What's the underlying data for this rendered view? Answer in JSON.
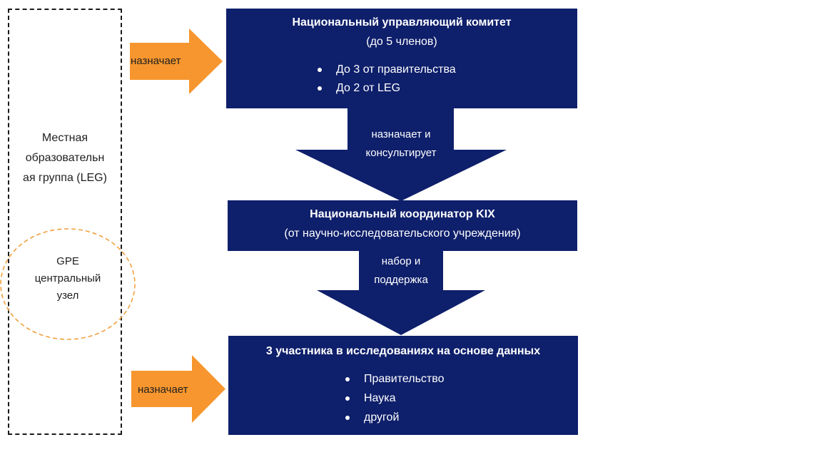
{
  "left_group": {
    "label": "Местная\nобразовательн\nая группа (LEG)",
    "gpe_label": "GPE\nцентральный\nузел"
  },
  "assign_arrows": [
    {
      "label": "назначает"
    },
    {
      "label": "назначает"
    }
  ],
  "committee": {
    "title": "Национальный управляющий комитет",
    "subtitle": "(до 5 членов)",
    "items": [
      "До 3 от правительства",
      "До 2 от LEG"
    ]
  },
  "connector_1": {
    "label": "назначает и\nконсультирует"
  },
  "coordinator": {
    "title": "Национальный координатор KIX",
    "subtitle": "(от научно-исследовательского учреждения)"
  },
  "connector_2": {
    "label": "набор и\nподдержка"
  },
  "participants": {
    "title": "3 участника в исследованиях на основе данных",
    "items": [
      "Правительство",
      "Наука",
      "другой"
    ]
  },
  "colors": {
    "navy": "#0e1f6b",
    "orange": "#f7962e",
    "gpe_oval": "#f0a040"
  }
}
